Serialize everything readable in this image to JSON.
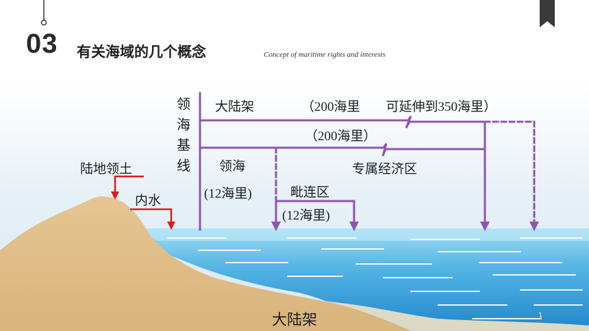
{
  "slide": {
    "section_number": "03",
    "title": "有关海域的几个概念",
    "subtitle": "Concept of maritime rights and interests",
    "page_number": "1"
  },
  "diagram": {
    "baseline_label": "领海基线",
    "shelf_header": "大陆架",
    "shelf_extent": "（200海里　　可延伸到350海里）",
    "eez_extent": "（200海里）",
    "eez_label": "专属经济区",
    "territorial_sea": "领海",
    "territorial_extent": "(12海里)",
    "contiguous_zone": "毗连区",
    "contiguous_extent": "(12海里)",
    "land_territory": "陆地领土",
    "internal_waters": "内水",
    "shelf_bottom": "大陆架"
  },
  "colors": {
    "line": "#8e55b0",
    "arrow_red": "#e01a1a",
    "sea_top": "#8fd6f2",
    "sea_bottom": "#1f8fd1",
    "land": "#e0bd86",
    "sky": "#e8f2f8"
  },
  "icons": {
    "bookmark": "bookmark-icon"
  }
}
